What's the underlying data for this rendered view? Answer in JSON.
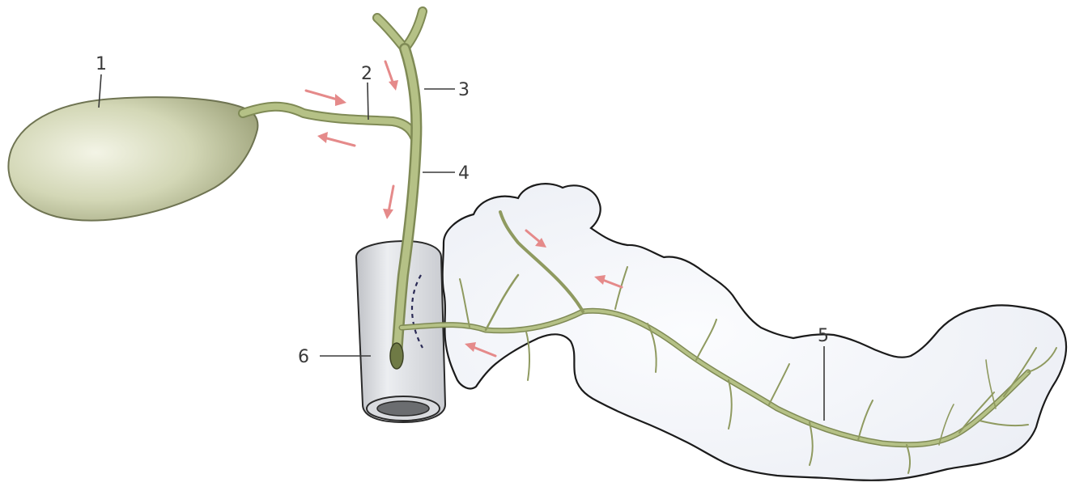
{
  "diagram": {
    "labels": [
      {
        "id": "1",
        "text": "1"
      },
      {
        "id": "2",
        "text": "2"
      },
      {
        "id": "3",
        "text": "3"
      },
      {
        "id": "4",
        "text": "4"
      },
      {
        "id": "5",
        "text": "5"
      },
      {
        "id": "6",
        "text": "6"
      }
    ],
    "colors": {
      "gallbladder": "#d4d8b8",
      "duct": "#a8b57a",
      "duct_outline": "#7f8a55",
      "pancreas_fill": "#f4f6fa",
      "pancreas_outline": "#1b1b1b",
      "duodenum": "#dedfe2",
      "flow_arrows": "#e58a8a"
    }
  }
}
